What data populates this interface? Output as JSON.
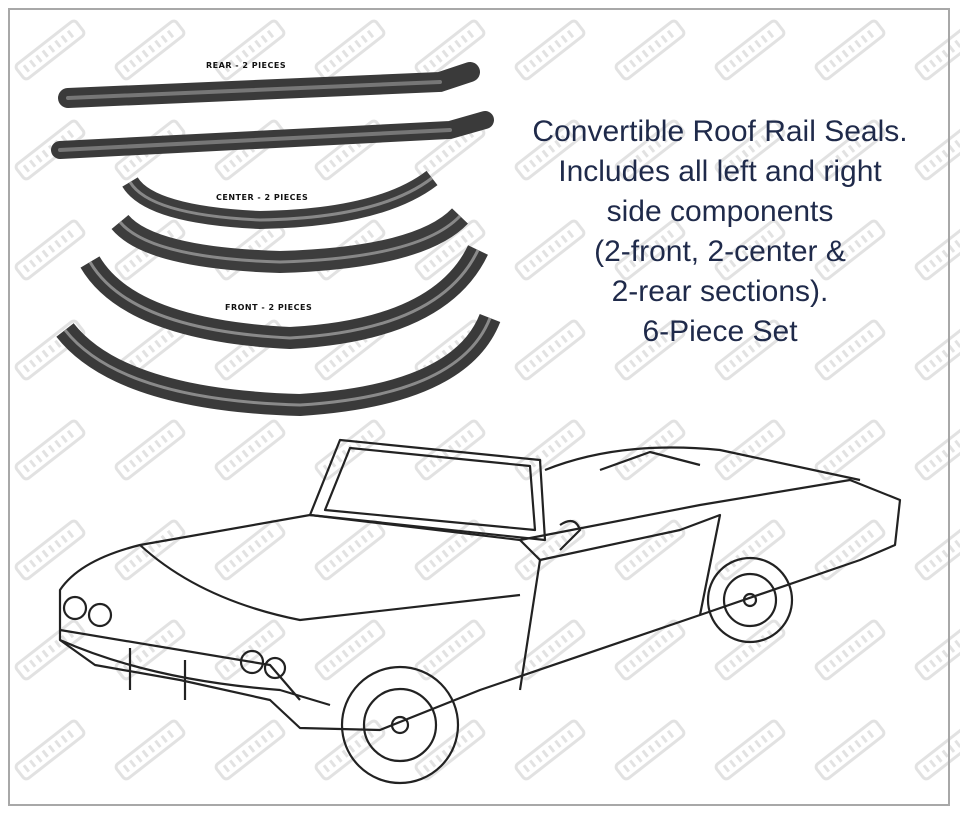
{
  "watermark": "TOPSONLINE",
  "parts": {
    "rear_label": "REAR - 2 PIECES",
    "center_label": "CENTER - 2 PIECES",
    "front_label": "FRONT - 2 PIECES"
  },
  "description": {
    "lines": [
      "Convertible Roof Rail Seals.",
      "Includes all left and right",
      "side components",
      "(2-front, 2-center &",
      "2-rear sections).",
      "6-Piece Set"
    ]
  },
  "colors": {
    "text": "#1f2a4a",
    "seal": "#3a3a3a",
    "border": "#a8a8a8"
  }
}
